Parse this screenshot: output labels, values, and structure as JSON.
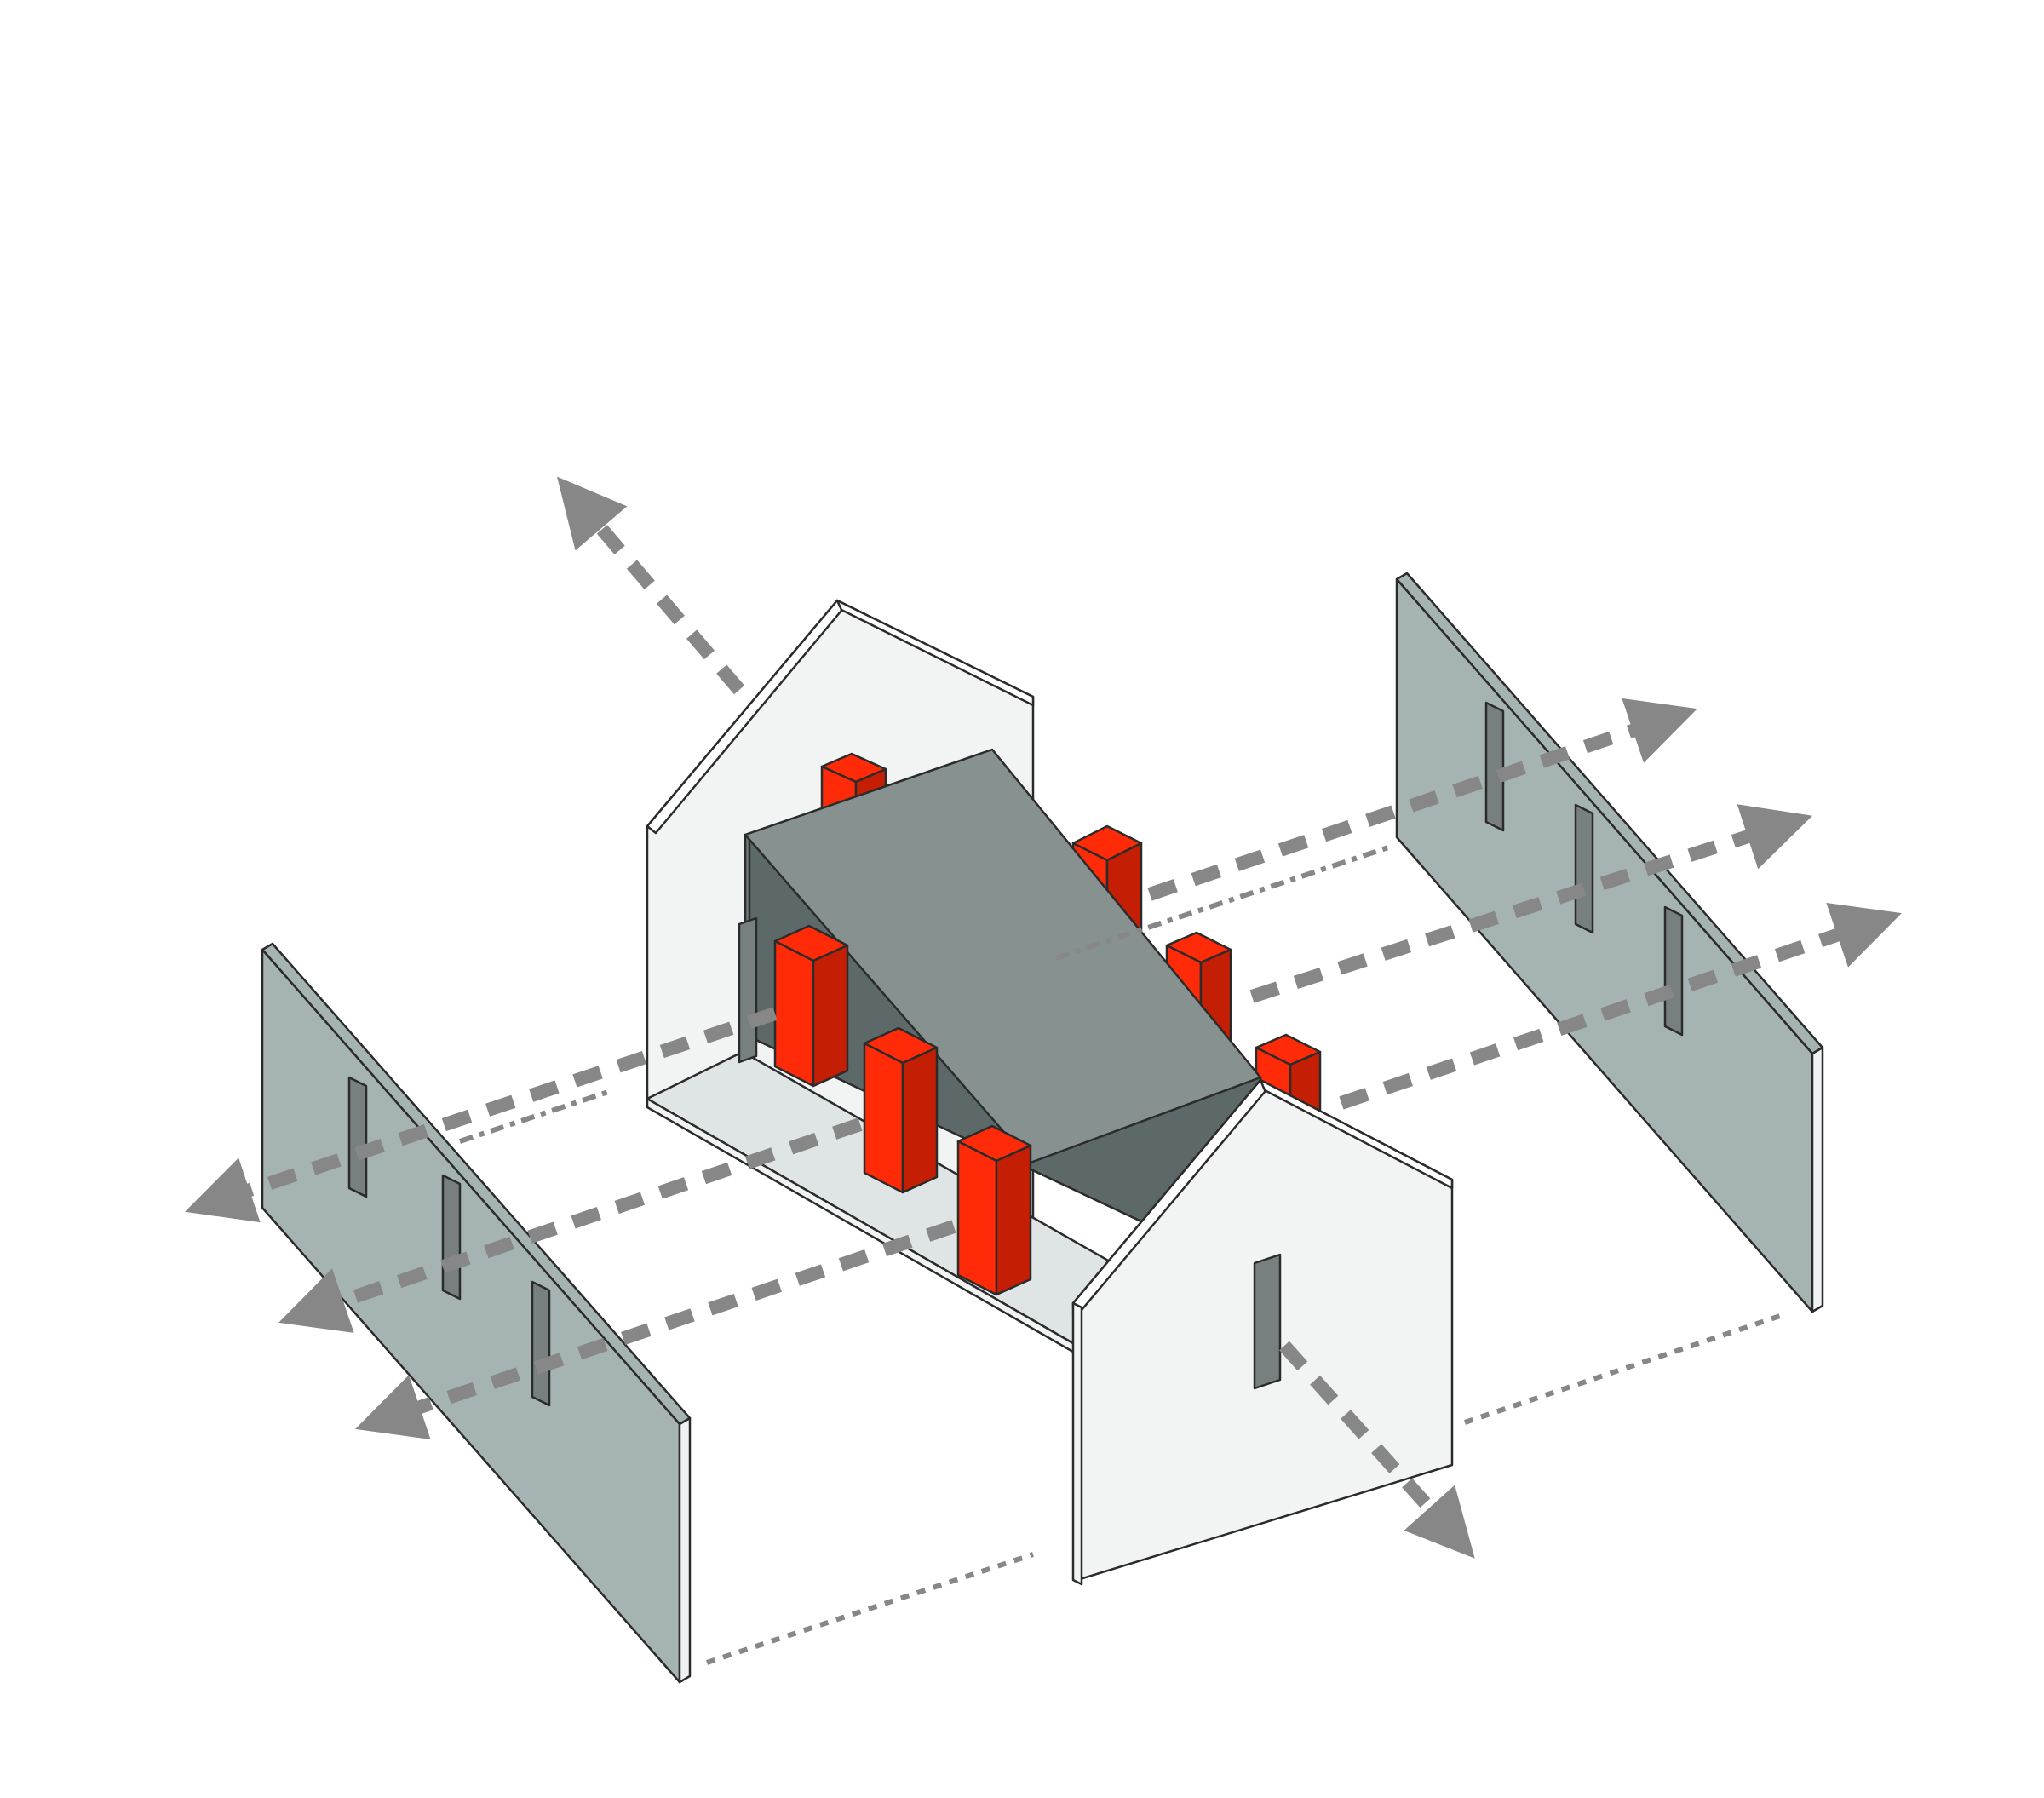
{
  "colors": {
    "background": "#ffffff",
    "side_wall": "#a6b3b3",
    "side_wall_edge": "#eef2f2",
    "gable_wall": "#f2f4f3",
    "gable_edge": "#ffffff",
    "floor": "#dfe5e4",
    "roof": "#869190",
    "roof_side": "#5d6969",
    "core_dark": "#6b7777",
    "slot": "#77807f",
    "red_block": "#ff2a08",
    "red_shadow": "#c41e05",
    "arrow": "#878787"
  },
  "elements": {
    "left_wall_slots": 3,
    "right_wall_slots": 3,
    "red_blocks_front": 3,
    "red_blocks_back": 4
  }
}
